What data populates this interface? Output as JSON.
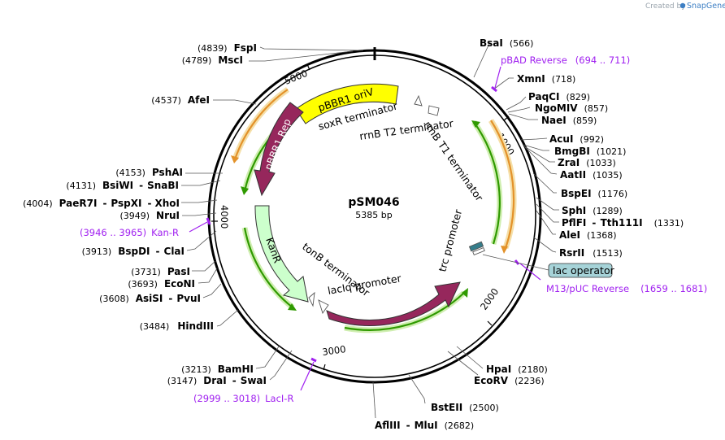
{
  "watermark": {
    "prefix": "Created by",
    "brand": "SnapGene"
  },
  "plasmid": {
    "name": "pSM046",
    "size_label": "5385 bp"
  },
  "ruler": {
    "labels": [
      "1000",
      "2000",
      "3000",
      "4000",
      "5000"
    ]
  },
  "sites": [
    {
      "name": "BsaI",
      "pos": "(566)"
    },
    {
      "name": "XmnI",
      "pos": "(718)"
    },
    {
      "name": "PaqCI",
      "pos": "(829)"
    },
    {
      "name": "NgoMIV",
      "pos": "(857)"
    },
    {
      "name": "NaeI",
      "pos": "(859)"
    },
    {
      "name": "AcuI",
      "pos": "(992)"
    },
    {
      "name": "BmgBI",
      "pos": "(1021)"
    },
    {
      "name": "ZraI",
      "pos": "(1033)"
    },
    {
      "name": "AatII",
      "pos": "(1035)"
    },
    {
      "name": "BspEI",
      "pos": "(1176)"
    },
    {
      "name": "SphI",
      "pos": "(1289)"
    },
    {
      "name": "PflFI",
      "sep": "-",
      "name2": "Tth111I",
      "pos": "(1331)"
    },
    {
      "name": "AleI",
      "pos": "(1368)"
    },
    {
      "name": "RsrII",
      "pos": "(1513)"
    },
    {
      "name": "HpaI",
      "pos": "(2180)"
    },
    {
      "name": "EcoRV",
      "pos": "(2236)"
    },
    {
      "name": "BstEII",
      "pos": "(2500)"
    },
    {
      "name": "AflIII",
      "sep": "-",
      "name2": "MluI",
      "pos": "(2682)"
    },
    {
      "name": "FspI",
      "pos": "(4839)"
    },
    {
      "name": "MscI",
      "pos": "(4789)"
    },
    {
      "name": "AfeI",
      "pos": "(4537)"
    },
    {
      "name": "PshAI",
      "pos": "(4153)"
    },
    {
      "name": "BsiWI",
      "sep": "-",
      "name2": "SnaBI",
      "pos": "(4131)"
    },
    {
      "name": "PaeR7I",
      "sep": "-",
      "name2": "PspXI",
      "sep2": "-",
      "name3": "XhoI",
      "pos": "(4004)"
    },
    {
      "name": "NruI",
      "pos": "(3949)"
    },
    {
      "name": "BspDI",
      "sep": "-",
      "name2": "ClaI",
      "pos": "(3913)"
    },
    {
      "name": "PasI",
      "pos": "(3731)"
    },
    {
      "name": "EcoNI",
      "pos": "(3693)"
    },
    {
      "name": "AsiSI",
      "sep": "-",
      "name2": "PvuI",
      "pos": "(3608)"
    },
    {
      "name": "HindIII",
      "pos": "(3484)"
    },
    {
      "name": "BamHI",
      "pos": "(3213)"
    },
    {
      "name": "DraI",
      "sep": "-",
      "name2": "SwaI",
      "pos": "(3147)"
    }
  ],
  "primers": [
    {
      "name": "pBAD Reverse",
      "range": "(694 .. 711)"
    },
    {
      "name": "M13/pUC Reverse",
      "range": "(1659 .. 1681)"
    },
    {
      "name": "Kan-R",
      "range": "(3946 .. 3965)"
    },
    {
      "name": "LacI-R",
      "range": "(2999 .. 3018)"
    }
  ],
  "features": {
    "pbbr1_oriv": "pBBR1 oriV",
    "pbbr1_rep": "pBBR1 Rep",
    "kanr": "KanR",
    "laci": "lacI",
    "laciq_promoter": "lacIq promoter",
    "tonb_terminator": "tonB terminator",
    "soxr_terminator": "soxR terminator",
    "rrnb_t2_terminator": "rrnB T2 terminator",
    "rrnb_t1_terminator": "rrnB T1 terminator",
    "trc_promoter": "trc promoter",
    "lac_operator": "lac operator"
  },
  "colors": {
    "backbone": "#000000",
    "orf_arrow": "#2f9a00",
    "orf_glow": "#cfeeb0",
    "origin_arrow": "#e3922a",
    "origin_glow": "#f5dfa8",
    "pbbr1_oriv": "#ffff00",
    "pbbr1_rep": "#96275c",
    "laci": "#96275c",
    "kanr": "#ccffcc",
    "lac_operator": "#a6d3d8",
    "primer": "#a020f0"
  }
}
